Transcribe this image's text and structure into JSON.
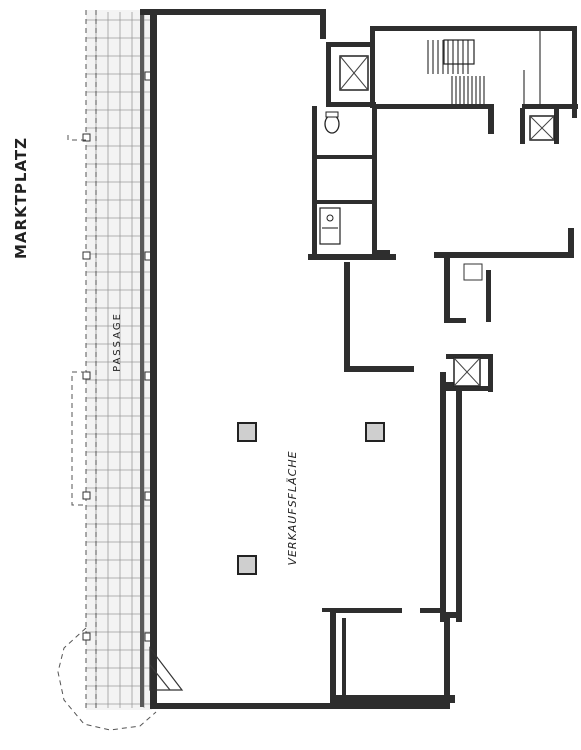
{
  "labels": {
    "marktplatz": "MARKTPLATZ",
    "passage": "PASSAGE",
    "verkaufsflaeche": "VERKAUFSFLÄCHE"
  }
}
